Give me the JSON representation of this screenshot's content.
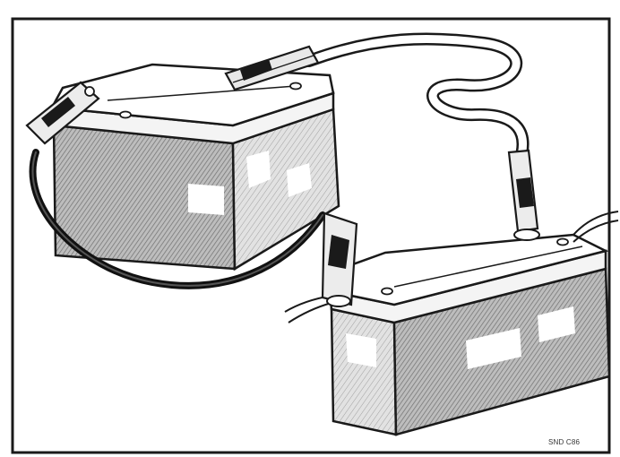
{
  "figure": {
    "code": "SND C86",
    "colors": {
      "ink": "#1a1a1a",
      "paper": "#ffffff",
      "shade": "#9a9a9a",
      "shade_light": "#c8c8c8",
      "cable_black": "#111111"
    },
    "parts": [
      "battery",
      "battery",
      "jump-lead",
      "jump-lead",
      "clip",
      "clip",
      "clip",
      "clip"
    ]
  }
}
